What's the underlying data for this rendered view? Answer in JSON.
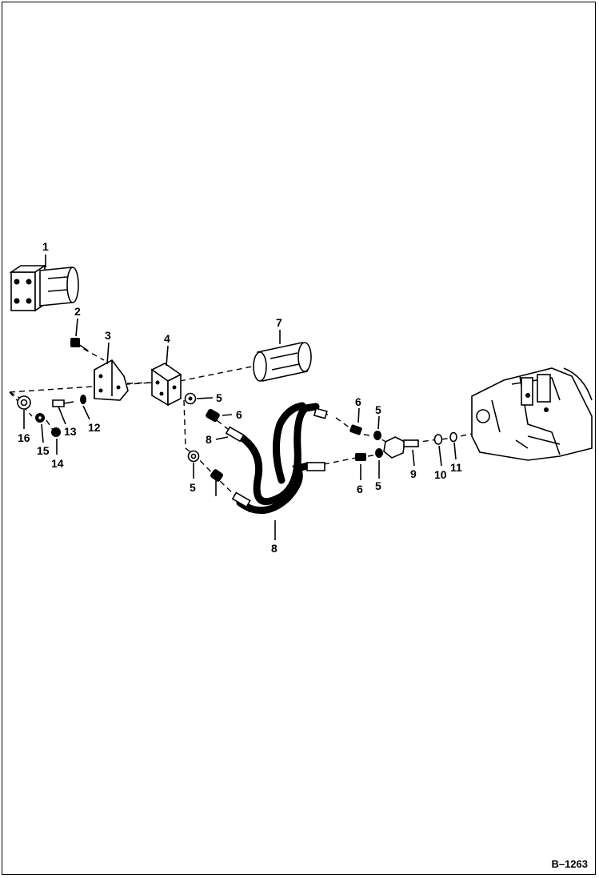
{
  "figure_ref": "B–1263",
  "colors": {
    "ink": "#000000",
    "paper": "#ffffff"
  },
  "callouts": {
    "c1": "1",
    "c2": "2",
    "c3": "3",
    "c4": "4",
    "c5a": "5",
    "c5b": "5",
    "c5c": "5",
    "c5d": "5",
    "c6a": "6",
    "c6b": "6",
    "c6c": "6",
    "c7": "7",
    "c8a": "8",
    "c8b": "8",
    "c9": "9",
    "c10": "10",
    "c11": "11",
    "c12": "12",
    "c13": "13",
    "c14": "14",
    "c15": "15",
    "c16": "16"
  }
}
